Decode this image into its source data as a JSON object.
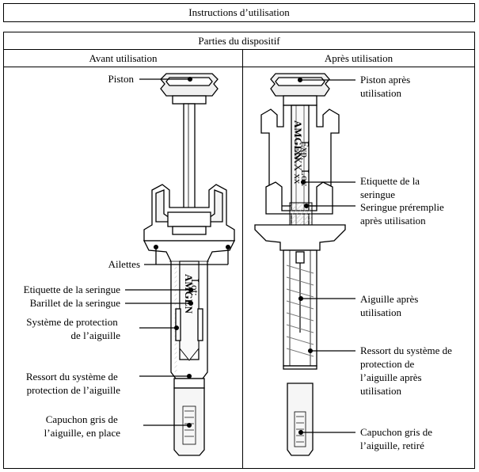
{
  "document": {
    "title": "Instructions d’utilisation",
    "section_title": "Parties du dispositif",
    "columns": {
      "before": "Avant utilisation",
      "after": "Après utilisation"
    }
  },
  "labels_before": [
    [
      "Piston"
    ],
    [
      "Ailettes"
    ],
    [
      "Etiquette de la seringue"
    ],
    [
      "Barillet de la seringue"
    ],
    [
      "Système de protection",
      "de l’aiguille"
    ],
    [
      "Ressort du système de",
      "protection de l’aiguille"
    ],
    [
      "Capuchon gris de",
      "l’aiguille, en place"
    ]
  ],
  "labels_after": [
    [
      "Piston après",
      "utilisation"
    ],
    [
      "Etiquette de la",
      "seringue"
    ],
    [
      "Seringue préremplie",
      "après utilisation"
    ],
    [
      "Aiguille après",
      "utilisation"
    ],
    [
      "Ressort du système de",
      "protection de",
      "l’aiguille après",
      "utilisation"
    ],
    [
      "Capuchon gris de",
      "l’aiguille, retiré"
    ]
  ],
  "syringe_label": {
    "brand": "AMGEN",
    "lot": "Lot:",
    "exp": "Exp.",
    "batch": "XXX xx"
  }
}
